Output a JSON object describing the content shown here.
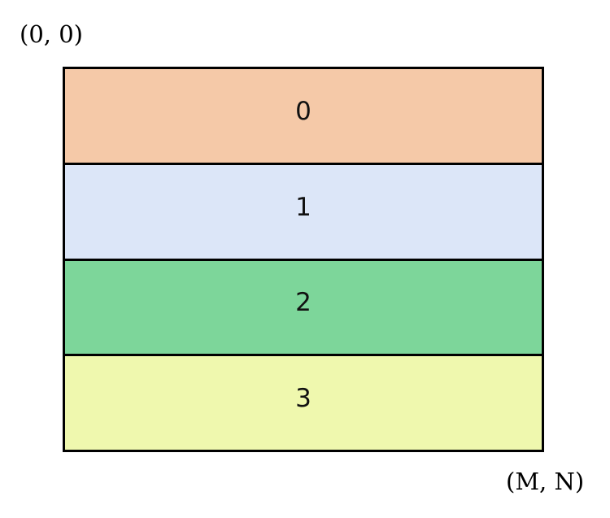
{
  "figure": {
    "type": "stacked-band-diagram",
    "description": "Rectangle divided into four horizontal colored bands labeled 0 through 3",
    "origin_label": "(0, 0)",
    "extent_label": "(M, N)",
    "border_color": "#000000",
    "background_color": "#ffffff",
    "bands": [
      {
        "label": "0",
        "color": "#F5C9A8"
      },
      {
        "label": "1",
        "color": "#DCE6F8"
      },
      {
        "label": "2",
        "color": "#7DD69A"
      },
      {
        "label": "3",
        "color": "#EFF8AE"
      }
    ]
  },
  "chart_data": {
    "type": "bar",
    "title": "",
    "subtitle": "",
    "xlabel": "",
    "ylabel": "",
    "orientation": "horizontal-bands",
    "categories": [
      "0",
      "1",
      "2",
      "3"
    ],
    "values": [
      1,
      1,
      1,
      1
    ],
    "colors": [
      "#F5C9A8",
      "#DCE6F8",
      "#7DD69A",
      "#EFF8AE"
    ],
    "annotations": [
      "(0, 0)",
      "(M, N)"
    ],
    "grid": false,
    "legend": "none",
    "xlim": [
      0,
      1
    ],
    "ylim": [
      0,
      4
    ]
  }
}
